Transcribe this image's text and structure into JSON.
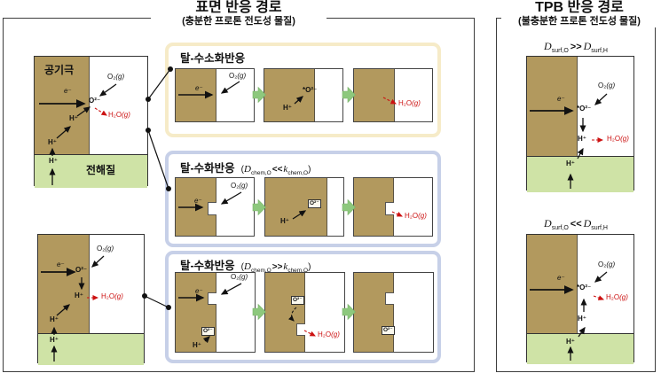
{
  "colors": {
    "electrode_brown": "#b2995e",
    "electrolyte_green": "#cfe3a6",
    "dehydrogenation_panel_border": "#f6ebc8",
    "dehydration_panel_border": "#c7d0e8",
    "reaction_step_arrow_green": "#8dc87d",
    "water_label_red": "#cc1111"
  },
  "left": {
    "title": "표면 반응 경로",
    "subtitle": "(충분한 프로톤 전도성 물질)",
    "cathode": "공기극",
    "electrolyte": "전해질",
    "sub1": {
      "header": "탈-수소화반응"
    },
    "sub2": {
      "header": "탈-수화반응",
      "f": {
        "open": "(",
        "s1": "D",
        "b1": "chem,O",
        "op": "<<",
        "s2": "k",
        "b2": "chem,O",
        "close": ")"
      }
    },
    "sub3": {
      "header": "탈-수화반응",
      "f": {
        "open": "(",
        "s1": "D",
        "b1": "chem,O",
        "op": ">>",
        "s2": "k",
        "b2": "chem,O",
        "close": ")"
      }
    }
  },
  "right": {
    "title": "TPB 반응 경로",
    "subtitle": "(불충분한 프로톤 전도성 물질)",
    "f_top": {
      "s1": "D",
      "b1": "surf,O",
      "op": ">>",
      "s2": "D",
      "b2": "surf,H"
    },
    "f_bottom": {
      "s1": "D",
      "b1": "surf,O",
      "op": "<<",
      "s2": "D",
      "b2": "surf,H"
    }
  },
  "sp": {
    "e": "e⁻",
    "h": "H⁺",
    "o": "O²⁻",
    "o_ads": "*O²⁻",
    "o2": "O₂",
    "h2o": "H₂O",
    "g": "(g)"
  }
}
